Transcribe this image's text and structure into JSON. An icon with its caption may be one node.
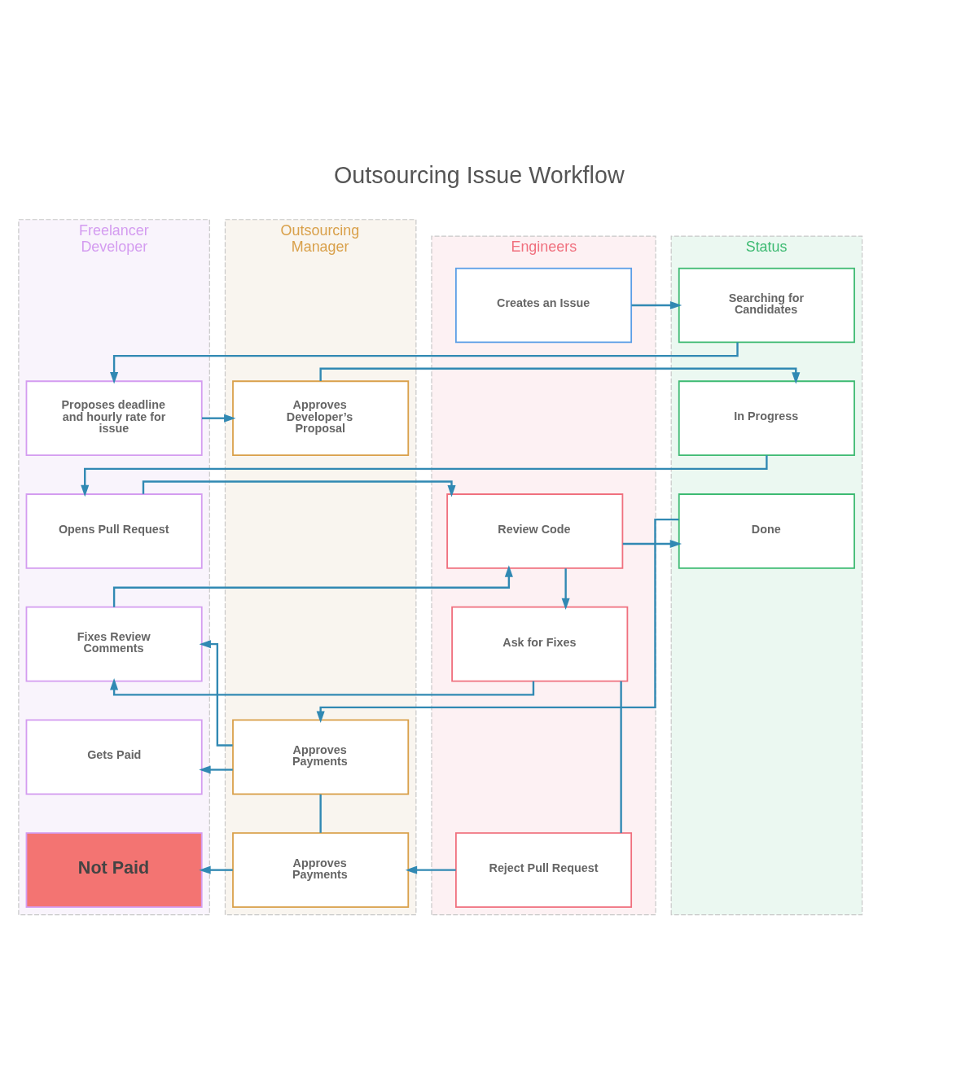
{
  "diagram": {
    "title": "Outsourcing Issue Workflow",
    "nodes": [
      {
        "text": [
          "Freelancer Developer"
        ]
      },
      {
        "text": [
          "Outsourcing Manager"
        ]
      },
      {
        "text": [
          "Engineers"
        ]
      },
      {
        "text": [
          "Status"
        ]
      },
      {
        "text": [
          "Creates an Issue"
        ],
        "in": 2
      },
      {
        "text": [
          "Searching for Candidates"
        ],
        "in": 3
      },
      {
        "text": [
          "Proposes deadline and hourly rate for issue"
        ],
        "in": 0
      },
      {
        "text": [
          "Approves Developer’s Proposal"
        ],
        "in": 1
      },
      {
        "text": [
          "In Progress"
        ],
        "in": 3
      },
      {
        "text": [
          "Opens Pull Request"
        ],
        "in": 0
      },
      {
        "text": [
          "Review Code"
        ],
        "in": 2
      },
      {
        "text": [
          "Done"
        ],
        "in": 3
      },
      {
        "text": [
          "Fixes Review Comments"
        ],
        "in": 0
      },
      {
        "text": [
          "Ask for Fixes"
        ],
        "in": 2
      },
      {
        "text": [
          "Gets Paid"
        ],
        "in": 0
      },
      {
        "text": [
          "Approves Payments"
        ],
        "in": 1
      },
      {
        "text": [
          "Not Paid"
        ],
        "in": 0
      },
      {
        "text": [
          "Approves Payments"
        ],
        "in": 1
      },
      {
        "text": [
          "Reject Pull Request"
        ],
        "in": 2
      }
    ],
    "edges": [
      {
        "from": 4,
        "to": 5,
        "arrow": "to"
      },
      {
        "from": 5,
        "to": 6,
        "arrow": "to"
      },
      {
        "from": 6,
        "to": 7,
        "arrow": "to"
      },
      {
        "from": 7,
        "to": 8,
        "arrow": "to"
      },
      {
        "from": 8,
        "to": 9,
        "arrow": "to"
      },
      {
        "from": 9,
        "to": 10,
        "arrow": "to"
      },
      {
        "from": 10,
        "to": 11,
        "arrow": "to"
      },
      {
        "from": 10,
        "to": 13,
        "arrow": "to"
      },
      {
        "from": 12,
        "to": 10,
        "arrow": "to"
      },
      {
        "from": 13,
        "to": 12,
        "arrow": "to"
      },
      {
        "from": 15,
        "to": 12,
        "arrow": "to"
      },
      {
        "from": 11,
        "to": 15,
        "arrow": "to"
      },
      {
        "from": 15,
        "to": 14,
        "arrow": "to"
      },
      {
        "from": 15,
        "to": 17,
        "arrow": "none"
      },
      {
        "from": 13,
        "to": 18,
        "arrow": "none"
      },
      {
        "from": 18,
        "to": 17,
        "arrow": "to"
      },
      {
        "from": 17,
        "to": 16,
        "arrow": "to"
      }
    ]
  }
}
